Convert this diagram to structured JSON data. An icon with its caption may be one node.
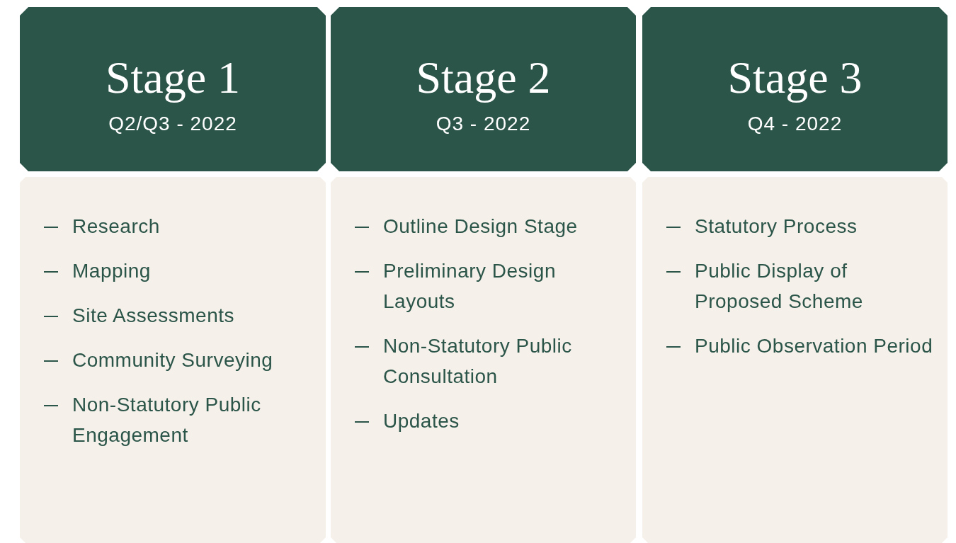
{
  "diagram": {
    "nodes": [
      {
        "text": [
          "Stage 1",
          "Q2/Q3 - 2022"
        ]
      },
      {
        "text": [
          "Research",
          "Mapping",
          "Site Assessments",
          "Community Surveying",
          "Non-Statutory Public Engagement"
        ]
      },
      {
        "text": [
          "Stage 2",
          "Q3 - 2022"
        ]
      },
      {
        "text": [
          "Outline Design Stage",
          "Preliminary Design Layouts",
          "Non-Statutory Public Consultation",
          "Updates"
        ]
      },
      {
        "text": [
          "Stage 3",
          "Q4 - 2022"
        ]
      },
      {
        "text": [
          "Statutory Process",
          "Public Display of Proposed Scheme",
          "Public Observation Period"
        ]
      }
    ]
  }
}
